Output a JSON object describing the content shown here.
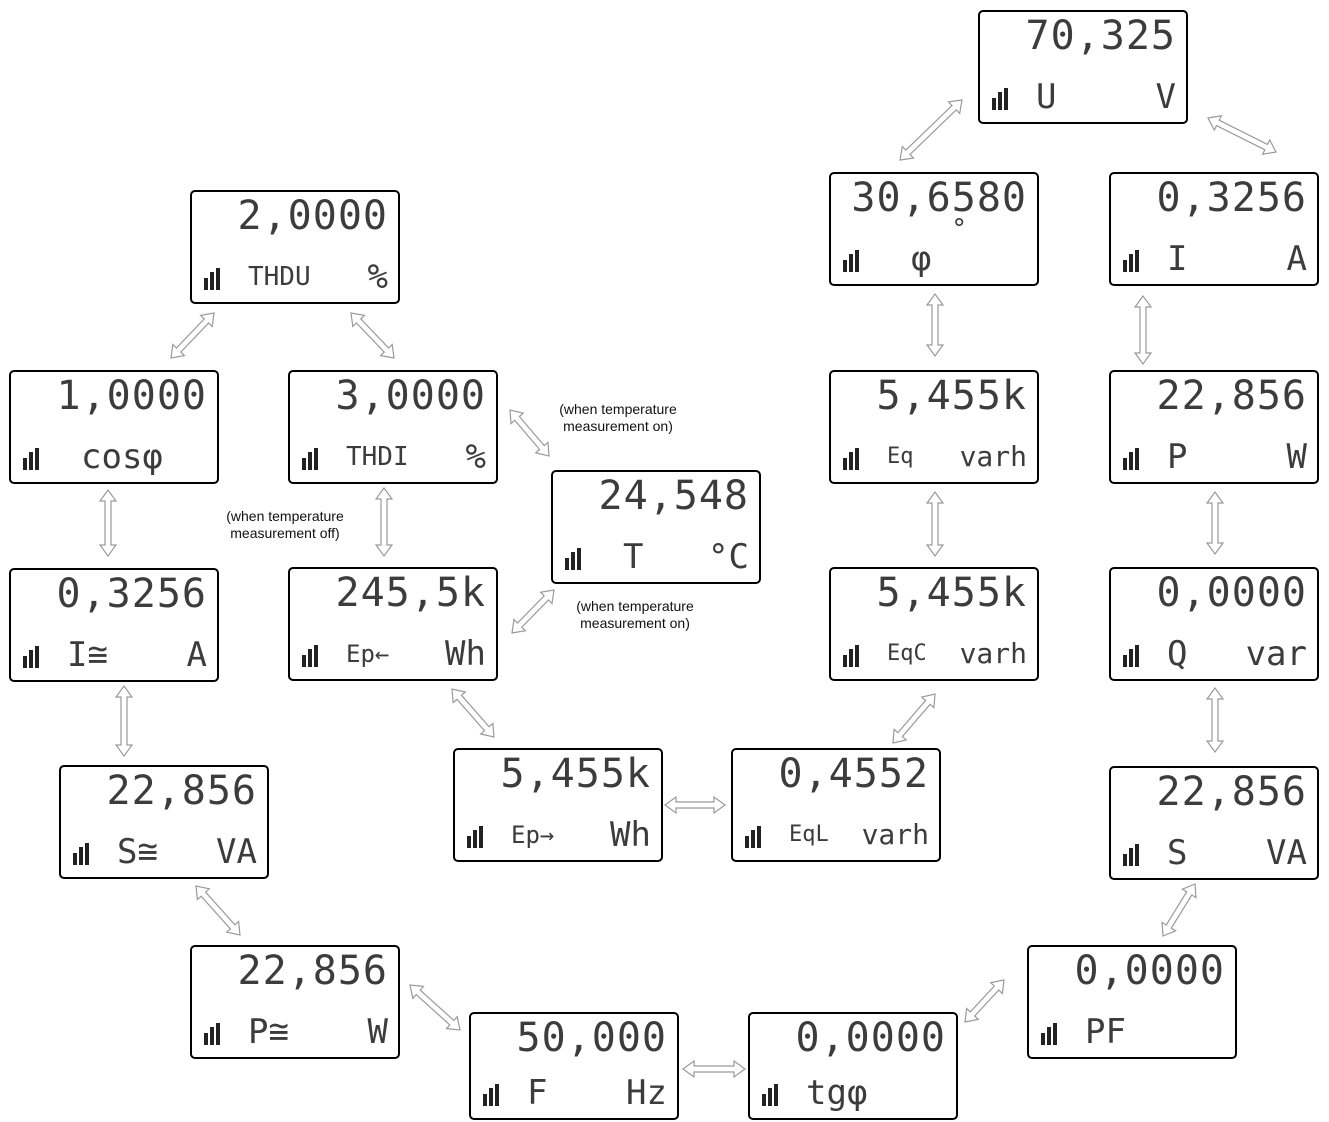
{
  "screens": {
    "s_u": {
      "value": "70,325",
      "param": "U",
      "unit": "V"
    },
    "s_phi": {
      "value": "30,6580",
      "param": "φ",
      "unit": "°"
    },
    "s_i": {
      "value": "0,3256",
      "param": "I",
      "unit": "A"
    },
    "s_q1": {
      "value": "5,455k",
      "param": "Eq",
      "unit": "varh"
    },
    "s_p": {
      "value": "22,856",
      "param": "P",
      "unit": "W"
    },
    "s_q2": {
      "value": "5,455k",
      "param": "EqC",
      "unit": "varh"
    },
    "s_q": {
      "value": "0,0000",
      "param": "Q",
      "unit": "var"
    },
    "s_s": {
      "value": "22,856",
      "param": "S",
      "unit": "VA"
    },
    "s_pf": {
      "value": "0,0000",
      "param": "PF",
      "unit": ""
    },
    "s_tg": {
      "value": "0,0000",
      "param": "tgφ",
      "unit": ""
    },
    "s_f": {
      "value": "50,000",
      "param": "F",
      "unit": "Hz"
    },
    "s_pavg": {
      "value": "22,856",
      "param": "P≅",
      "unit": "W"
    },
    "s_savg": {
      "value": "22,856",
      "param": "S≅",
      "unit": "VA"
    },
    "s_iavg": {
      "value": "0,3256",
      "param": "I≅",
      "unit": "A"
    },
    "s_cos": {
      "value": "1,0000",
      "param": "cosφ",
      "unit": ""
    },
    "s_thdu": {
      "value": "2,0000",
      "param": "THDU",
      "unit": "%"
    },
    "s_thdi": {
      "value": "3,0000",
      "param": "THDI",
      "unit": "%"
    },
    "s_ep_in": {
      "value": "245,5k",
      "param": "Ep←",
      "unit": "Wh"
    },
    "s_ep_out": {
      "value": "5,455k",
      "param": "Ep→",
      "unit": "Wh"
    },
    "s_ql": {
      "value": "0,4552",
      "param": "EqL",
      "unit": "varh"
    },
    "s_t": {
      "value": "24,548",
      "param": "T",
      "unit": "°C"
    }
  },
  "notes": {
    "temp_on_1": "(when temperature\nmeasurement on)",
    "temp_off": "(when temperature\nmeasurement off)",
    "temp_on_2": "(when temperature\nmeasurement on)"
  }
}
